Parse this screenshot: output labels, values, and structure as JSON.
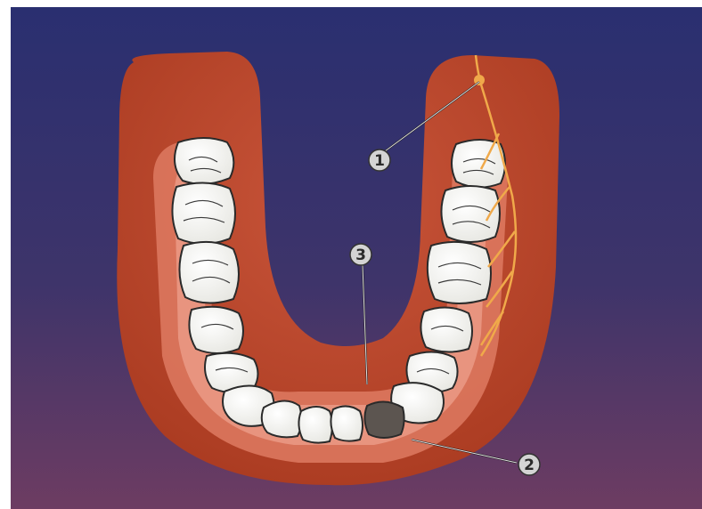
{
  "diagram": {
    "colors": {
      "background_top": "#2b2f6e",
      "background_bottom": "#6a3b63",
      "gum_outer": "#b8452c",
      "gum_mid": "#d2624a",
      "gum_inner": "#e79582",
      "tooth": "#f7f7f2",
      "tooth_outline": "#2a2a2a",
      "nerve": "#f0a94a",
      "dark_tooth": "#5c5550",
      "callout": "#c9c9c9"
    },
    "callouts": [
      {
        "id": "1",
        "label": "1"
      },
      {
        "id": "2",
        "label": "2"
      },
      {
        "id": "3",
        "label": "3"
      }
    ]
  }
}
